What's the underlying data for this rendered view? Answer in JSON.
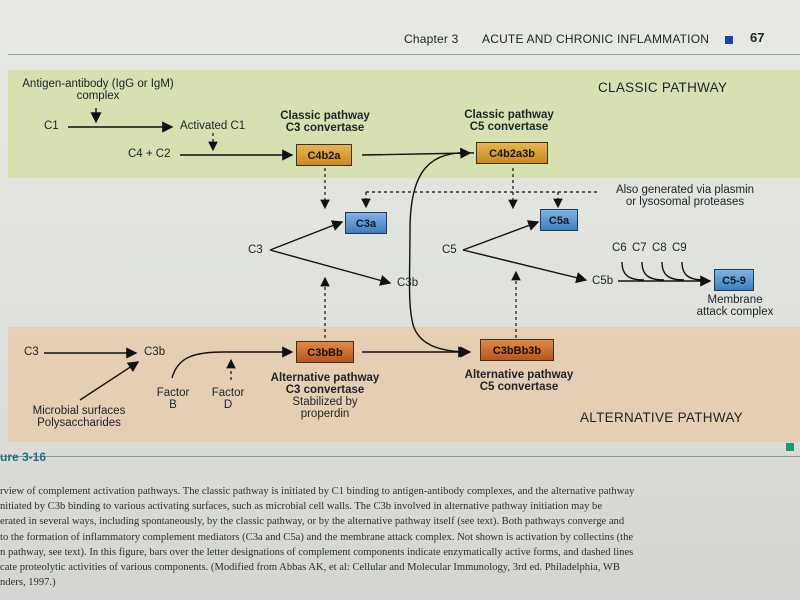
{
  "header": {
    "chapter": "Chapter 3",
    "title": "ACUTE AND CHRONIC INFLAMMATION",
    "page_number": "67"
  },
  "classic": {
    "pathway_label": "CLASSIC PATHWAY",
    "antigen_line1": "Antigen-antibody (IgG or IgM)",
    "antigen_line2": "complex",
    "c1": "C1",
    "activated_c1": "Activated C1",
    "c4_c2": "C4 + C2",
    "c3_conv_line1": "Classic pathway",
    "c3_conv_line2": "C3 convertase",
    "c3_conv_box": "C4b2a",
    "c5_conv_line1": "Classic pathway",
    "c5_conv_line2": "C5 convertase",
    "c5_conv_box": "C4b2a3b",
    "plasmin_line1": "Also generated via plasmin",
    "plasmin_line2": "or lysosomal proteases"
  },
  "middle": {
    "c3": "C3",
    "c3a_box": "C3a",
    "c3b": "C3b",
    "c5": "C5",
    "c5a_box": "C5a",
    "c5b": "C5b",
    "c6": "C6",
    "c7": "C7",
    "c8": "C8",
    "c9": "C9",
    "mac_box": "C5-9",
    "mac_line1": "Membrane",
    "mac_line2": "attack complex"
  },
  "alternative": {
    "pathway_label": "ALTERNATIVE PATHWAY",
    "c3": "C3",
    "c3b": "C3b",
    "microbial_line1": "Microbial surfaces",
    "microbial_line2": "Polysaccharides",
    "factor_b_line1": "Factor",
    "factor_b_line2": "B",
    "factor_d_line1": "Factor",
    "factor_d_line2": "D",
    "c3_conv_box": "C3bBb",
    "c3_conv_line1": "Alternative pathway",
    "c3_conv_line2": "C3 convertase",
    "c3_conv_line3": "Stabilized by",
    "c3_conv_line4": "properdin",
    "c5_conv_box": "C3bBb3b",
    "c5_conv_line1": "Alternative pathway",
    "c5_conv_line2": "C5 convertase"
  },
  "figure": {
    "label": "ure 3-16",
    "caption": [
      "rview of complement activation pathways. The classic pathway is initiated by C1 binding to antigen-antibody complexes, and the alternative pathway",
      "nitiated by C3b binding to various activating surfaces, such as microbial cell walls. The C3b involved in alternative pathway initiation may be",
      "erated in several ways, including spontaneously, by the classic pathway, or by the alternative pathway itself (see text). Both pathways converge and",
      " to the formation of inflammatory complement mediators (C3a and C5a) and the membrane attack complex. Not shown is activation by collectins (the",
      "n pathway, see text). In this figure, bars over the letter designations of complement components indicate enzymatically active forms, and dashed lines",
      "cate proteolytic activities of various components. (Modified from Abbas AK, et al: Cellular and Molecular Immunology, 3rd ed. Philadelphia, WB",
      "nders, 1997.)"
    ]
  },
  "colors": {
    "classic_band": "#d6dfae",
    "alternative_band": "#e5cdb2",
    "convertase_gold": "#d9a23a",
    "fragment_blue": "#5a94cf",
    "alt_convertase_brown": "#c96a2c",
    "header_square": "#1f3fa6",
    "figure_marker": "#1a9a7a"
  }
}
